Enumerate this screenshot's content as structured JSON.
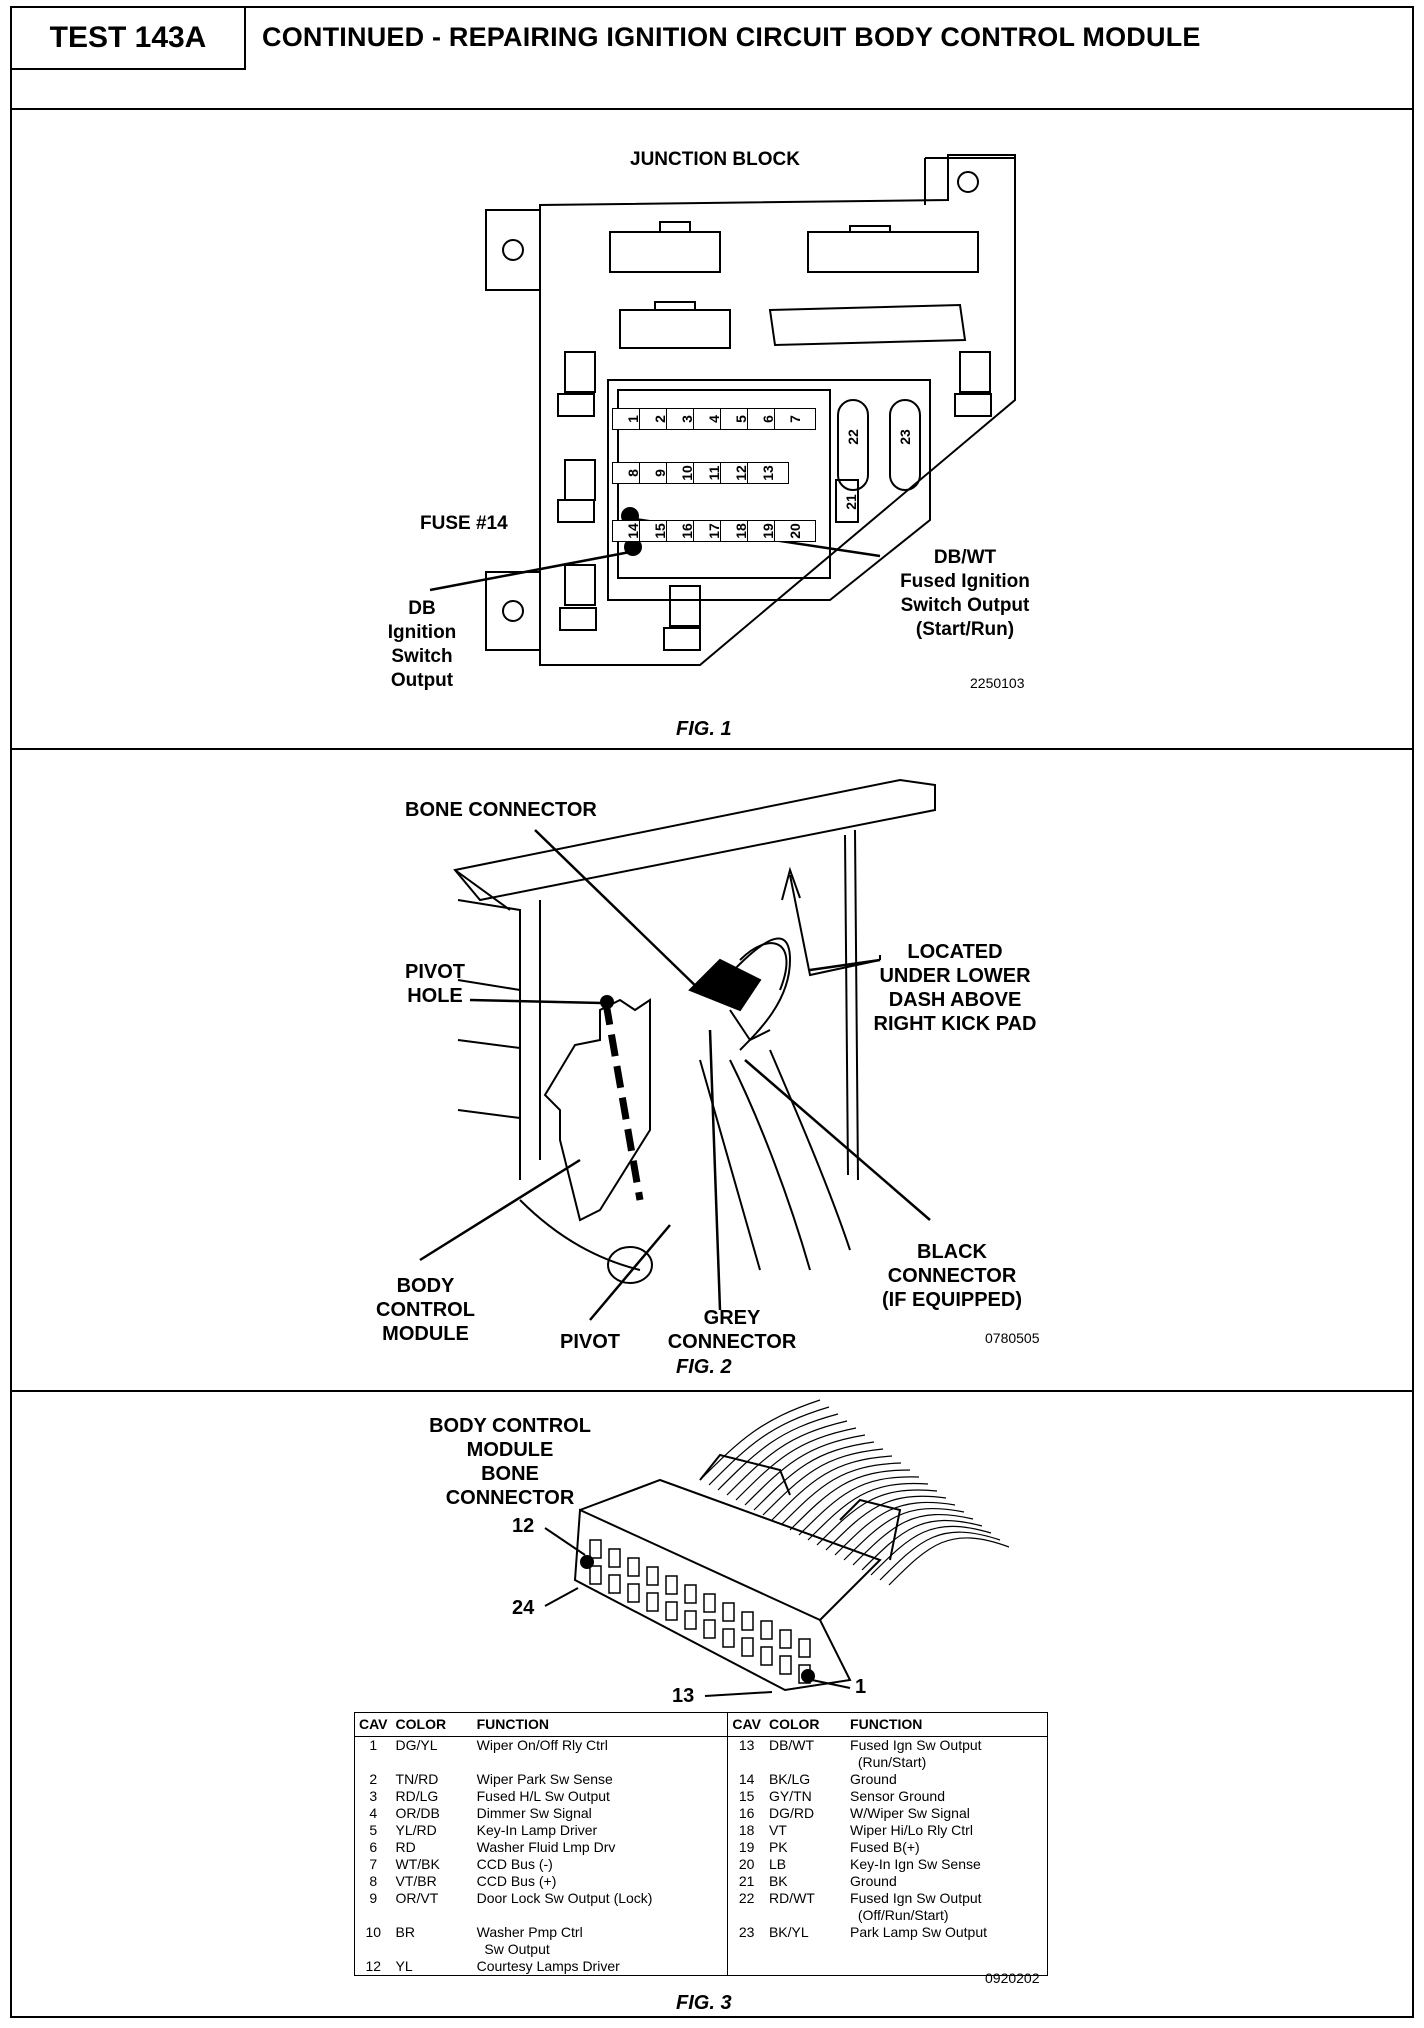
{
  "header": {
    "test_id": "TEST 143A",
    "title": "CONTINUED - REPAIRING IGNITION CIRCUIT BODY CONTROL MODULE"
  },
  "fig1": {
    "title": "JUNCTION BLOCK",
    "fuse_label": "FUSE #14",
    "db_label": "DB\nIgnition\nSwitch\nOutput",
    "dbwt_label": "DB/WT\nFused Ignition\nSwitch Output\n(Start/Run)",
    "part_no": "2250103",
    "caption": "FIG. 1",
    "fuses_row1": [
      "1",
      "2",
      "3",
      "4",
      "5",
      "6",
      "7"
    ],
    "fuses_row2": [
      "8",
      "9",
      "10",
      "11",
      "12",
      "13"
    ],
    "fuses_row3": [
      "14",
      "15",
      "16",
      "17",
      "18",
      "19",
      "20"
    ],
    "fuses_big": [
      "22",
      "23",
      "21"
    ]
  },
  "fig2": {
    "bone_connector": "BONE CONNECTOR",
    "pivot_hole": "PIVOT\nHOLE",
    "located": "LOCATED\nUNDER LOWER\nDASH ABOVE\nRIGHT KICK PAD",
    "bcm": "BODY\nCONTROL\nMODULE",
    "pivot": "PIVOT",
    "grey": "GREY\nCONNECTOR",
    "black": "BLACK\nCONNECTOR\n(IF EQUIPPED)",
    "part_no": "0780505",
    "caption": "FIG. 2"
  },
  "fig3": {
    "title": "BODY CONTROL\nMODULE\nBONE CONNECTOR",
    "pin12": "12",
    "pin24": "24",
    "pin13": "13",
    "pin1": "1",
    "part_no": "0920202",
    "caption": "FIG. 3",
    "table_headers": [
      "CAV",
      "COLOR",
      "FUNCTION",
      "CAV",
      "COLOR",
      "FUNCTION"
    ],
    "left_rows": [
      [
        "1",
        "DG/YL",
        "Wiper On/Off Rly Ctrl"
      ],
      [
        "2",
        "TN/RD",
        "Wiper Park Sw Sense"
      ],
      [
        "3",
        "RD/LG",
        "Fused H/L Sw Output"
      ],
      [
        "4",
        "OR/DB",
        "Dimmer Sw Signal"
      ],
      [
        "5",
        "YL/RD",
        "Key-In Lamp Driver"
      ],
      [
        "6",
        "RD",
        "Washer Fluid Lmp Drv"
      ],
      [
        "7",
        "WT/BK",
        "CCD Bus (-)"
      ],
      [
        "8",
        "VT/BR",
        "CCD Bus (+)"
      ],
      [
        "9",
        "OR/VT",
        "Door Lock Sw Output (Lock)"
      ],
      [
        "10",
        "BR",
        "Washer Pmp Ctrl\n  Sw Output"
      ],
      [
        "12",
        "YL",
        "Courtesy Lamps Driver"
      ]
    ],
    "right_rows": [
      [
        "13",
        "DB/WT",
        "Fused Ign Sw Output\n  (Run/Start)"
      ],
      [
        "14",
        "BK/LG",
        "Ground"
      ],
      [
        "15",
        "GY/TN",
        "Sensor Ground"
      ],
      [
        "16",
        "DG/RD",
        "W/Wiper Sw Signal"
      ],
      [
        "18",
        "VT",
        "Wiper Hi/Lo Rly Ctrl"
      ],
      [
        "19",
        "PK",
        "Fused B(+)"
      ],
      [
        "20",
        "LB",
        "Key-In Ign Sw Sense"
      ],
      [
        "21",
        "BK",
        "Ground"
      ],
      [
        "22",
        "RD/WT",
        "Fused Ign Sw Output\n  (Off/Run/Start)"
      ],
      [
        "23",
        "BK/YL",
        "Park Lamp Sw Output"
      ]
    ]
  }
}
